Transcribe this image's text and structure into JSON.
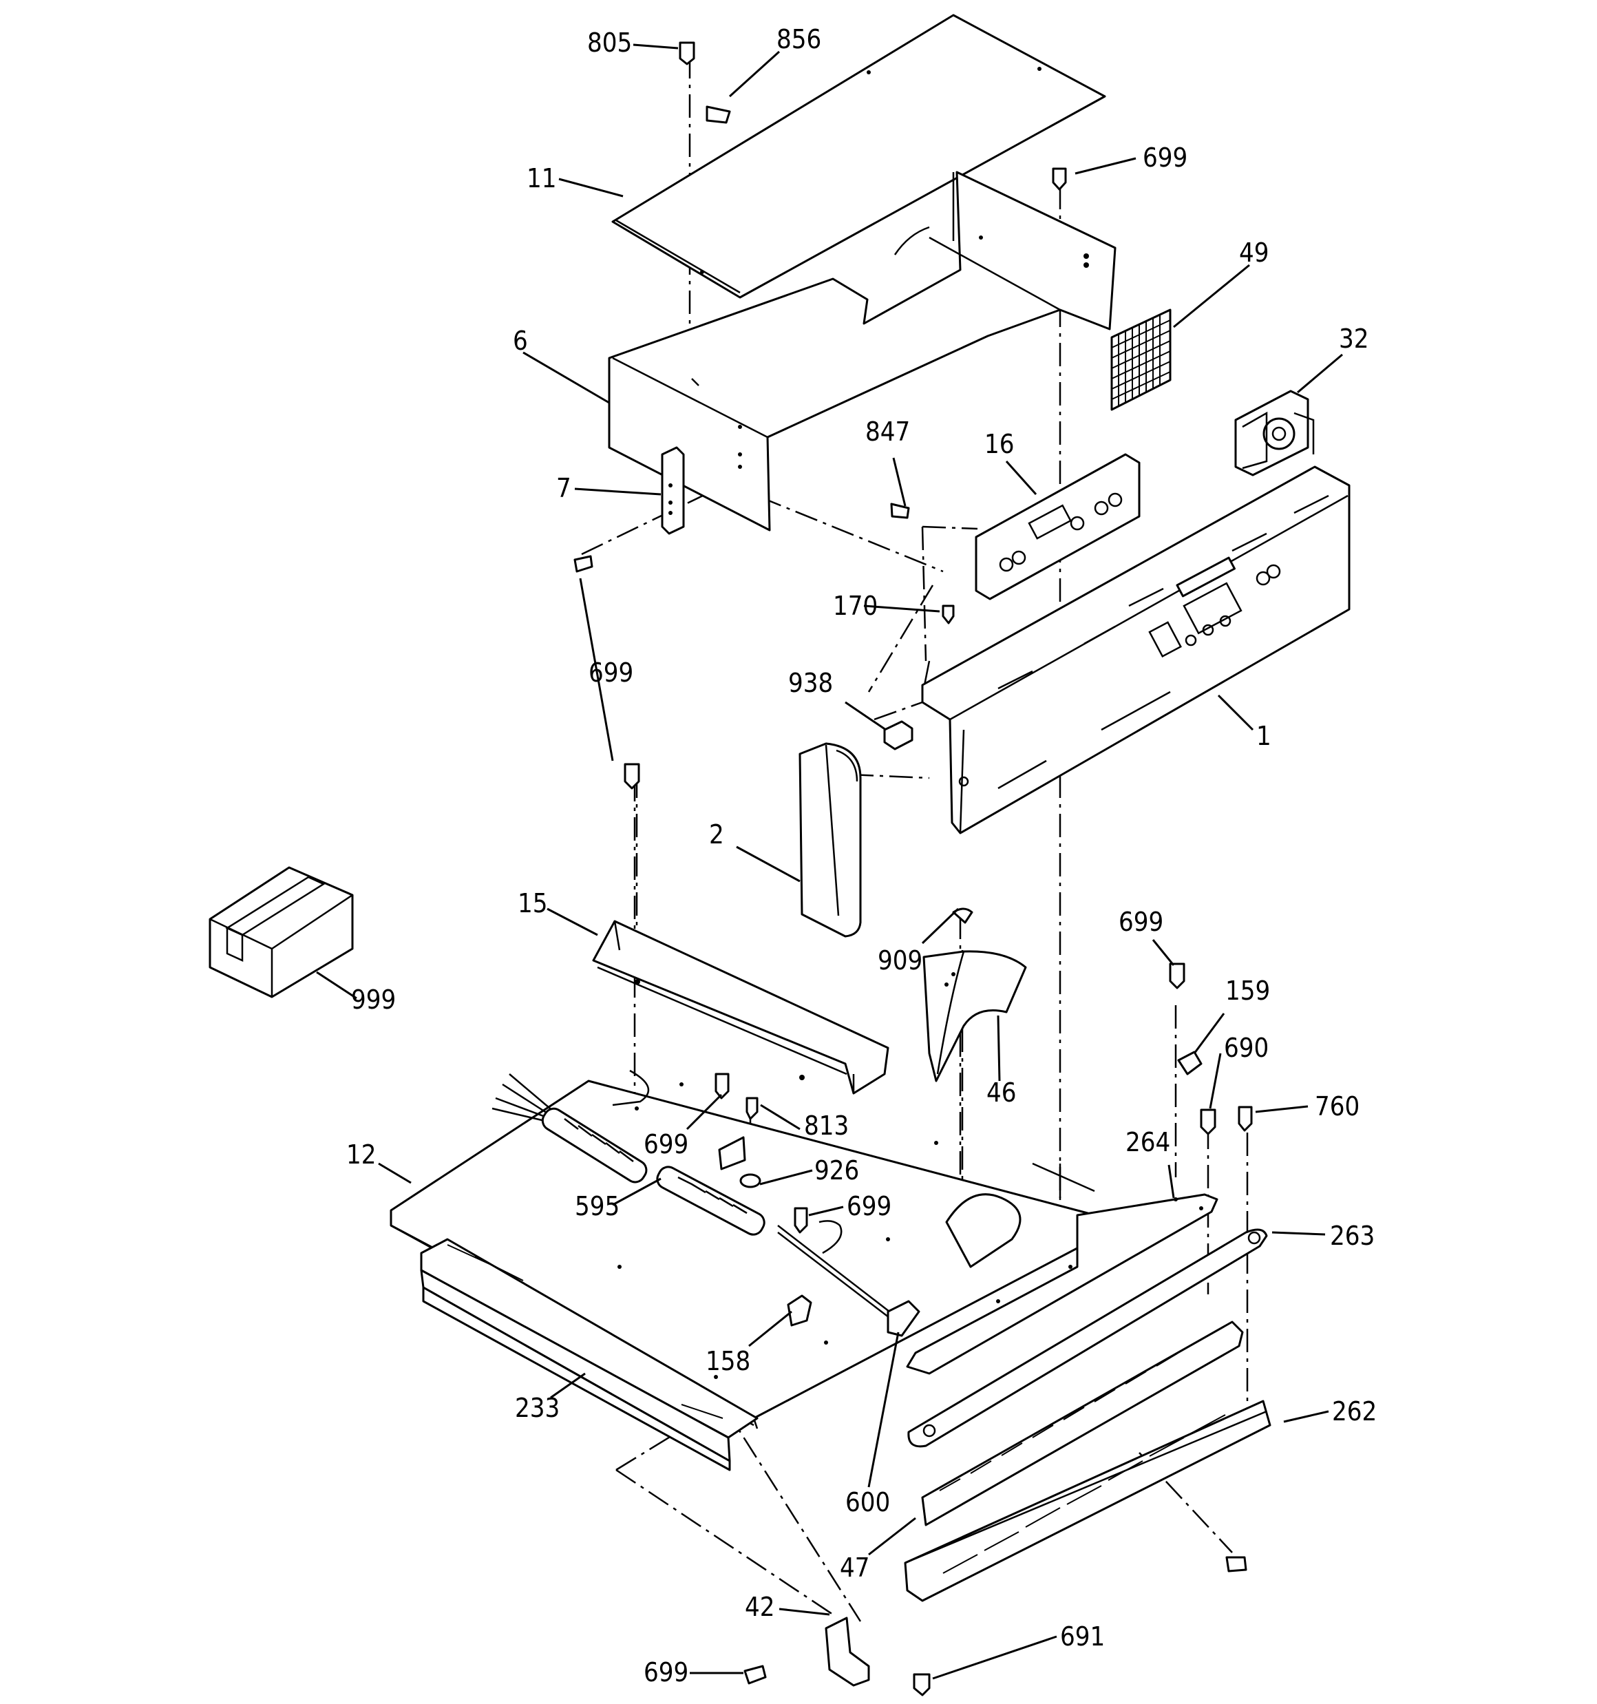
{
  "callouts": [
    {
      "id": "c805",
      "text": "805"
    },
    {
      "id": "c856",
      "text": "856"
    },
    {
      "id": "c11",
      "text": "11"
    },
    {
      "id": "c699a",
      "text": "699"
    },
    {
      "id": "c49",
      "text": "49"
    },
    {
      "id": "c6",
      "text": "6"
    },
    {
      "id": "c32",
      "text": "32"
    },
    {
      "id": "c847",
      "text": "847"
    },
    {
      "id": "c16",
      "text": "16"
    },
    {
      "id": "c7",
      "text": "7"
    },
    {
      "id": "c170",
      "text": "170"
    },
    {
      "id": "c699b",
      "text": "699"
    },
    {
      "id": "c938",
      "text": "938"
    },
    {
      "id": "c1",
      "text": "1"
    },
    {
      "id": "c2",
      "text": "2"
    },
    {
      "id": "c15",
      "text": "15"
    },
    {
      "id": "c909",
      "text": "909"
    },
    {
      "id": "c699c",
      "text": "699"
    },
    {
      "id": "c999",
      "text": "999"
    },
    {
      "id": "c159",
      "text": "159"
    },
    {
      "id": "c46",
      "text": "46"
    },
    {
      "id": "c690",
      "text": "690"
    },
    {
      "id": "c760",
      "text": "760"
    },
    {
      "id": "c813",
      "text": "813"
    },
    {
      "id": "c699d",
      "text": "699"
    },
    {
      "id": "c12",
      "text": "12"
    },
    {
      "id": "c264",
      "text": "264"
    },
    {
      "id": "c926",
      "text": "926"
    },
    {
      "id": "c595",
      "text": "595"
    },
    {
      "id": "c699e",
      "text": "699"
    },
    {
      "id": "c263",
      "text": "263"
    },
    {
      "id": "c158",
      "text": "158"
    },
    {
      "id": "c233",
      "text": "233"
    },
    {
      "id": "c262",
      "text": "262"
    },
    {
      "id": "c600",
      "text": "600"
    },
    {
      "id": "c47",
      "text": "47"
    },
    {
      "id": "c42",
      "text": "42"
    },
    {
      "id": "c691",
      "text": "691"
    },
    {
      "id": "c699f",
      "text": "699"
    }
  ]
}
